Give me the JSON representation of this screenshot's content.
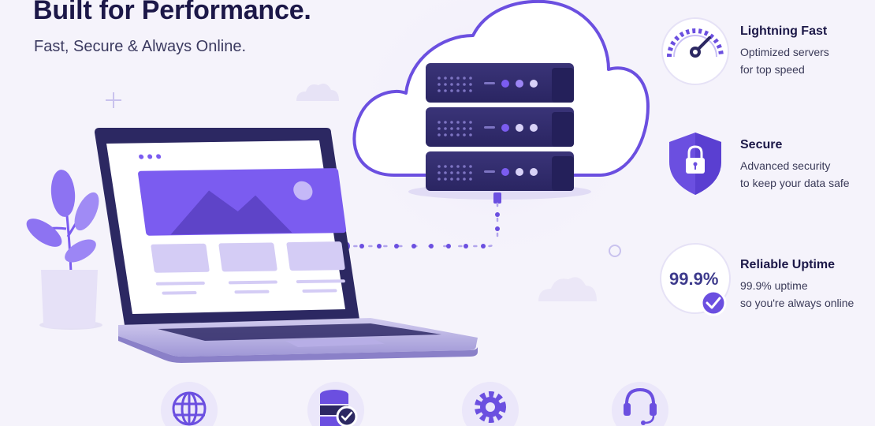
{
  "hero": {
    "title": "Built for Performance.",
    "subtitle": "Fast, Secure & Always Online."
  },
  "features": [
    {
      "title": "Lightning Fast",
      "line1": "Optimized servers",
      "line2": "for top speed",
      "icon": "speedometer-icon"
    },
    {
      "title": "Secure",
      "line1": "Advanced security",
      "line2": "to keep your data safe",
      "icon": "shield-lock-icon"
    },
    {
      "title": "Reliable Uptime",
      "line1": "99.9% uptime",
      "line2": "so you're always online",
      "badge": "99.9%",
      "icon": "check-circle-icon"
    }
  ],
  "bottom_icons": [
    "globe-icon",
    "database-check-icon",
    "gear-icon",
    "headset-icon"
  ],
  "colors": {
    "accent": "#6b4fe0",
    "accent_light": "#b7a8f3",
    "dark_navy": "#2c2862",
    "background": "#f5f3fb"
  }
}
